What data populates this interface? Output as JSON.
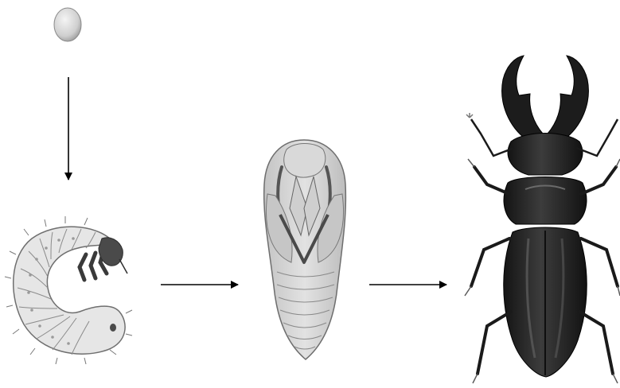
{
  "diagram": {
    "stages": [
      {
        "id": "egg",
        "icon": "egg-icon"
      },
      {
        "id": "larva",
        "icon": "larva-icon"
      },
      {
        "id": "pupa",
        "icon": "pupa-icon"
      },
      {
        "id": "adult",
        "icon": "stag-beetle-icon"
      }
    ],
    "arrows": [
      {
        "from": "egg",
        "to": "larva"
      },
      {
        "from": "larva",
        "to": "pupa"
      },
      {
        "from": "pupa",
        "to": "adult"
      }
    ],
    "colors": {
      "background": "#ffffff",
      "egg": "#d7d7d7",
      "larva_body": "#e4e4e4",
      "larva_outline": "#7a7a7a",
      "larva_legs": "#3a3a3a",
      "pupa_body": "#d2d2d2",
      "pupa_outline": "#6e6e6e",
      "beetle_body": "#1e1e1e",
      "beetle_highlight": "#6a6a6a",
      "arrow": "#000000"
    }
  }
}
